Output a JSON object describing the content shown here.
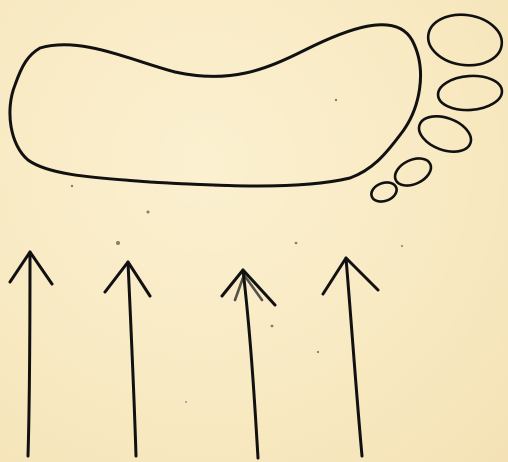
{
  "diagram": {
    "footprint": {
      "toe_count": 5
    },
    "arrows": {
      "count": 4,
      "direction": "up"
    },
    "colors": {
      "paper": "#f9ebc4",
      "ink": "#111111"
    }
  }
}
